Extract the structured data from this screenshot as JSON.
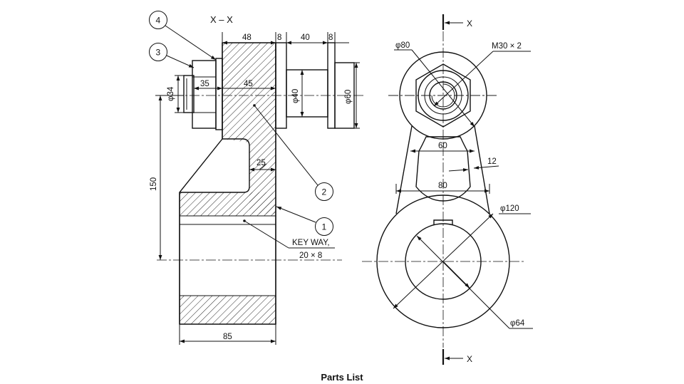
{
  "section_label": "X  – X",
  "cutting_plane_label": "X",
  "caption": "Parts List",
  "parts": [
    "1",
    "2",
    "3",
    "4"
  ],
  "dimensions": {
    "d48": "48",
    "d8a": "8",
    "d40": "40",
    "d8b": "8",
    "d35": "35",
    "d45": "45",
    "phi34": "φ34",
    "phi40": "φ40",
    "phi60": "φ60",
    "d150": "150",
    "d25": "25",
    "d85": "85",
    "phi80": "φ80",
    "thread": "M30 × 2",
    "d60": "60",
    "d12": "12",
    "d80": "80",
    "phi120": "φ120",
    "phi64": "φ64"
  },
  "keyway": {
    "line1": "KEY WAY,",
    "line2": "20 × 8"
  }
}
